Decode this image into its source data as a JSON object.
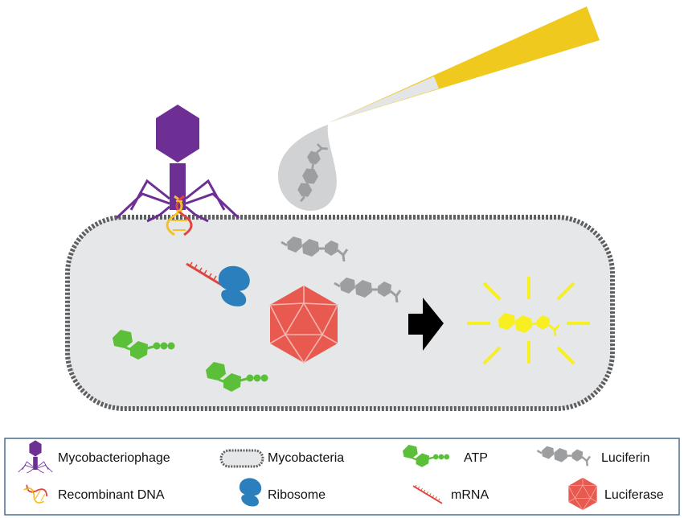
{
  "diagram": {
    "colors": {
      "phage": "#6e2f95",
      "cell_fill": "#e6e7e8",
      "cell_border": "#5e5f61",
      "atp": "#5cbf3a",
      "luciferin": "#9d9e9f",
      "ribosome": "#2c7fbd",
      "mrna": "#e0453f",
      "luciferase": "#e85a50",
      "pipette": "#f0c91e",
      "light": "#f7ef1f",
      "arrow": "#000000"
    },
    "icons": [
      "phage-icon",
      "dna-icon",
      "pipette-icon",
      "droplet-icon",
      "luciferin-icon",
      "atp-icon",
      "ribosome-icon",
      "mrna-icon",
      "luciferase-icon",
      "arrow-icon",
      "light-icon"
    ]
  },
  "legend": {
    "items": [
      {
        "label": "Mycobacteriophage",
        "icon": "phage-icon"
      },
      {
        "label": "Mycobacteria",
        "icon": "cell-icon"
      },
      {
        "label": "ATP",
        "icon": "atp-icon"
      },
      {
        "label": "Luciferin",
        "icon": "luciferin-icon"
      },
      {
        "label": "Recombinant DNA",
        "icon": "dna-icon"
      },
      {
        "label": "Ribosome",
        "icon": "ribosome-icon"
      },
      {
        "label": "mRNA",
        "icon": "mrna-icon"
      },
      {
        "label": "Luciferase",
        "icon": "luciferase-icon"
      }
    ]
  }
}
